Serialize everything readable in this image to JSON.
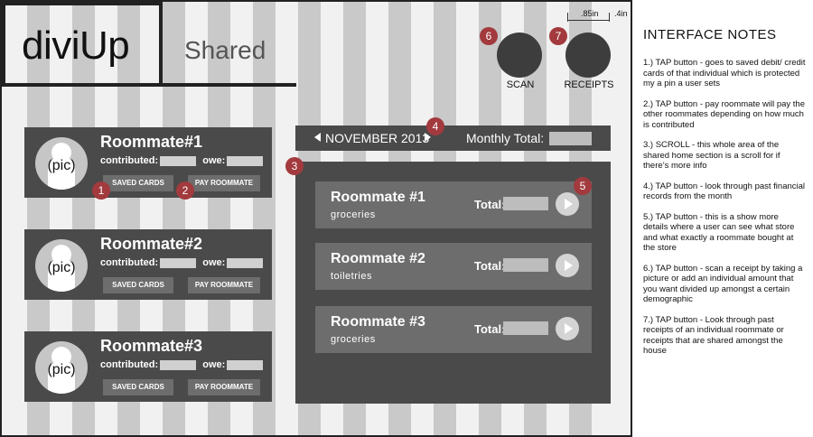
{
  "app": {
    "logo": "diviUp",
    "section_title": "Shared"
  },
  "actions": {
    "scan_label": "SCAN",
    "receipts_label": "RECEIPTS"
  },
  "dimensions": {
    "width_a": ".85in",
    "width_b": ".4in"
  },
  "roommate_cards": [
    {
      "name": "Roommate#1",
      "avatar_label": "(pic)",
      "contributed_label": "contributed:",
      "owe_label": "owe:",
      "saved_cards_label": "SAVED CARDS",
      "pay_label": "PAY ROOMMATE"
    },
    {
      "name": "Roommate#2",
      "avatar_label": "(pic)",
      "contributed_label": "contributed:",
      "owe_label": "owe:",
      "saved_cards_label": "SAVED CARDS",
      "pay_label": "PAY ROOMMATE"
    },
    {
      "name": "Roommate#3",
      "avatar_label": "(pic)",
      "contributed_label": "contributed:",
      "owe_label": "owe:",
      "saved_cards_label": "SAVED CARDS",
      "pay_label": "PAY ROOMMATE"
    }
  ],
  "month_nav": {
    "month": "NOVEMBER 2013",
    "monthly_total_label": "Monthly Total:"
  },
  "purchases": [
    {
      "name": "Roommate #1",
      "category": "groceries",
      "total_label": "Total:"
    },
    {
      "name": "Roommate #2",
      "category": "toiletries",
      "total_label": "Total:"
    },
    {
      "name": "Roommate #3",
      "category": "groceries",
      "total_label": "Total:"
    }
  ],
  "badges": [
    "1",
    "2",
    "3",
    "4",
    "5",
    "6",
    "7"
  ],
  "notes": {
    "title": "INTERFACE NOTES",
    "items": [
      "1.) TAP button - goes to saved debit/ credit cards of that individual which is protected my a pin a user sets",
      "2.) TAP button - pay roommate will pay the other roommates depending on how much is contributed",
      "3.) SCROLL - this whole area of the shared home section is a scroll for if there’s more info",
      "4.) TAP button - look through past financial records from the month",
      "5.) TAP button - this is a show more details where a user can see what store and what exactly a roommate bought at the store",
      "6.) TAP button - scan a receipt by taking a picture or add an individual amount that you want divided up amongst a certain demographic",
      "7.) TAP button - Look through past receipts of an individual roommate or receipts that are shared amongst the house"
    ]
  },
  "colors": {
    "panel": "#4a4a4a",
    "button": "#6d6d6d",
    "badge": "#a23a3e",
    "grid_stripe": "#c9c9c9"
  }
}
